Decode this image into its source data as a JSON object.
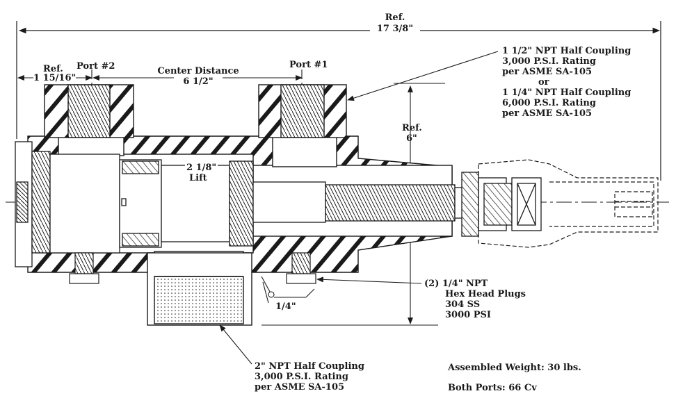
{
  "colors": {
    "ink": "#1a1a1a",
    "paper": "#ffffff"
  },
  "dimensions": {
    "overall_ref": "Ref.",
    "overall_value": "17 3/8\"",
    "left_ref": "Ref.",
    "left_value": "1 15/16\"",
    "center_distance_label": "Center Distance",
    "center_distance_value": "6 1/2\"",
    "height_ref": "Ref.",
    "height_value": "6\"",
    "lift_value": "2 1/8\"",
    "lift_label": "Lift",
    "weld_size": "1/4\""
  },
  "ports": {
    "port2": "Port #2",
    "port1": "Port #1"
  },
  "callouts": {
    "top_right": [
      "1 1/2\" NPT Half Coupling",
      "3,000 P.S.I. Rating",
      "per ASME SA-105",
      "or",
      "1 1/4\" NPT Half Coupling",
      "6,000 P.S.I. Rating",
      "per ASME SA-105"
    ],
    "plugs": [
      "(2) 1/4\" NPT",
      "Hex Head Plugs",
      "304 SS",
      "3000 PSI"
    ],
    "bottom": [
      "2\" NPT Half Coupling",
      "3,000 P.S.I. Rating",
      "per ASME SA-105"
    ]
  },
  "specs": {
    "weight": "Assembled Weight: 30 lbs.",
    "flow": "Both Ports: 66 Cv"
  }
}
